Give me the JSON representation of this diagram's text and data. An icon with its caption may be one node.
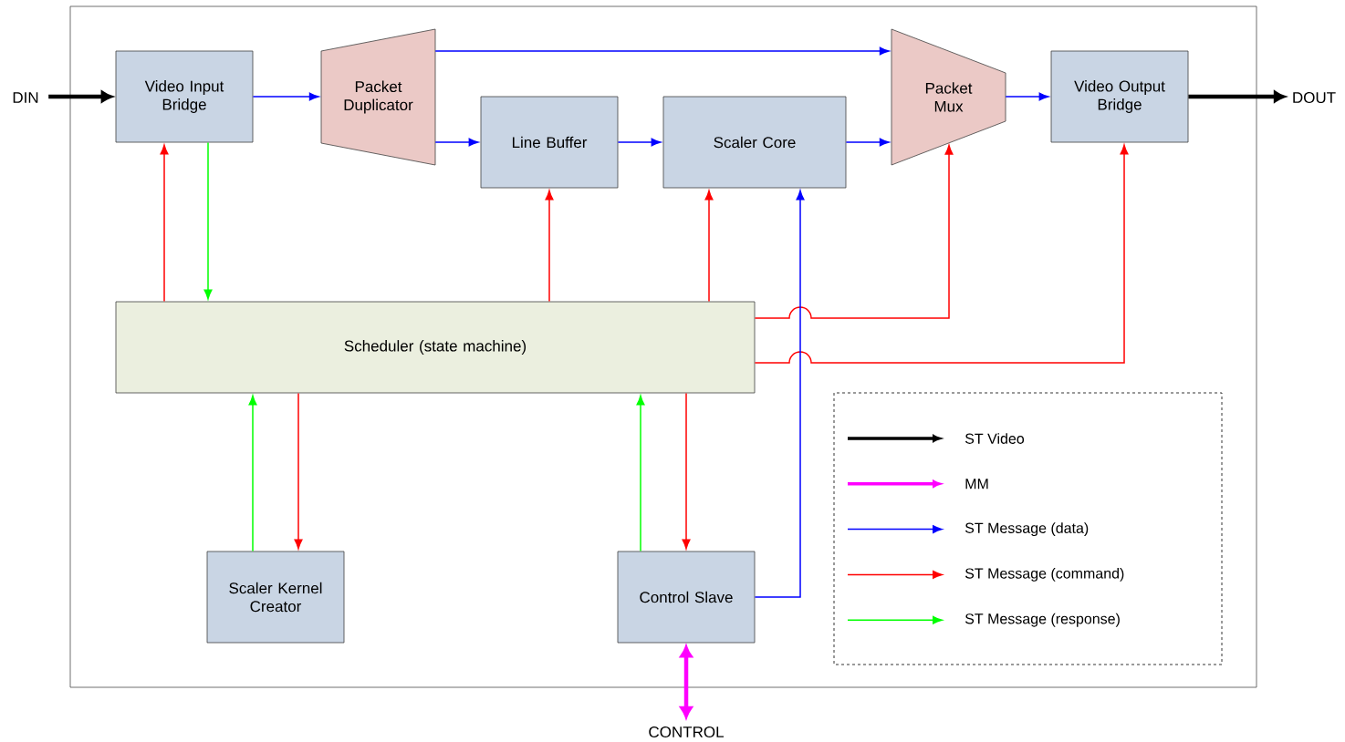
{
  "diagram": {
    "nodes": [
      {
        "text": [
          "DIN"
        ]
      },
      {
        "text": [
          "Video Input Bridge"
        ]
      },
      {
        "text": [
          "Packet Duplicator"
        ]
      },
      {
        "text": [
          "Line Buffer"
        ]
      },
      {
        "text": [
          "Scaler Core"
        ]
      },
      {
        "text": [
          "Packet Mux"
        ]
      },
      {
        "text": [
          "Video Output Bridge"
        ]
      },
      {
        "text": [
          "DOUT"
        ]
      },
      {
        "text": [
          "Scheduler (state machine)"
        ]
      },
      {
        "text": [
          "Scaler Kernel Creator"
        ]
      },
      {
        "text": [
          "Control Slave"
        ]
      },
      {
        "text": [
          "CONTROL"
        ]
      }
    ],
    "edges": [
      {
        "from": 0,
        "to": 1,
        "arrow": "to",
        "style": "thick",
        "color": "#000000"
      },
      {
        "from": 1,
        "to": 2,
        "arrow": "to",
        "color": "#0000ff"
      },
      {
        "from": 2,
        "to": 5,
        "arrow": "to",
        "color": "#0000ff"
      },
      {
        "from": 2,
        "to": 3,
        "arrow": "to",
        "color": "#0000ff"
      },
      {
        "from": 3,
        "to": 4,
        "arrow": "to",
        "color": "#0000ff"
      },
      {
        "from": 4,
        "to": 5,
        "arrow": "to",
        "color": "#0000ff"
      },
      {
        "from": 5,
        "to": 6,
        "arrow": "to",
        "color": "#0000ff"
      },
      {
        "from": 6,
        "to": 7,
        "arrow": "to",
        "style": "thick",
        "color": "#000000"
      },
      {
        "from": 8,
        "to": 1,
        "arrow": "to",
        "color": "#ff0000"
      },
      {
        "from": 1,
        "to": 8,
        "arrow": "to",
        "color": "#00ff00"
      },
      {
        "from": 8,
        "to": 3,
        "arrow": "to",
        "color": "#ff0000"
      },
      {
        "from": 8,
        "to": 4,
        "arrow": "to",
        "color": "#ff0000"
      },
      {
        "from": 8,
        "to": 5,
        "arrow": "to",
        "color": "#ff0000"
      },
      {
        "from": 8,
        "to": 6,
        "arrow": "to",
        "color": "#ff0000"
      },
      {
        "from": 10,
        "to": 4,
        "arrow": "to",
        "color": "#0000ff"
      },
      {
        "from": 9,
        "to": 8,
        "arrow": "to",
        "color": "#00ff00"
      },
      {
        "from": 8,
        "to": 9,
        "arrow": "to",
        "color": "#ff0000"
      },
      {
        "from": 10,
        "to": 8,
        "arrow": "to",
        "color": "#00ff00"
      },
      {
        "from": 8,
        "to": 10,
        "arrow": "to",
        "color": "#ff0000"
      },
      {
        "from": 10,
        "to": 11,
        "arrow": "both",
        "style": "thick",
        "color": "#ff00ff"
      }
    ],
    "legend": [
      {
        "text": "ST Video",
        "color": "#000000"
      },
      {
        "text": "MM",
        "color": "#ff00ff"
      },
      {
        "text": "ST Message (data)",
        "color": "#0000ff"
      },
      {
        "text": "ST Message (command)",
        "color": "#ff0000"
      },
      {
        "text": "ST Message (response)",
        "color": "#00ff00"
      }
    ]
  }
}
